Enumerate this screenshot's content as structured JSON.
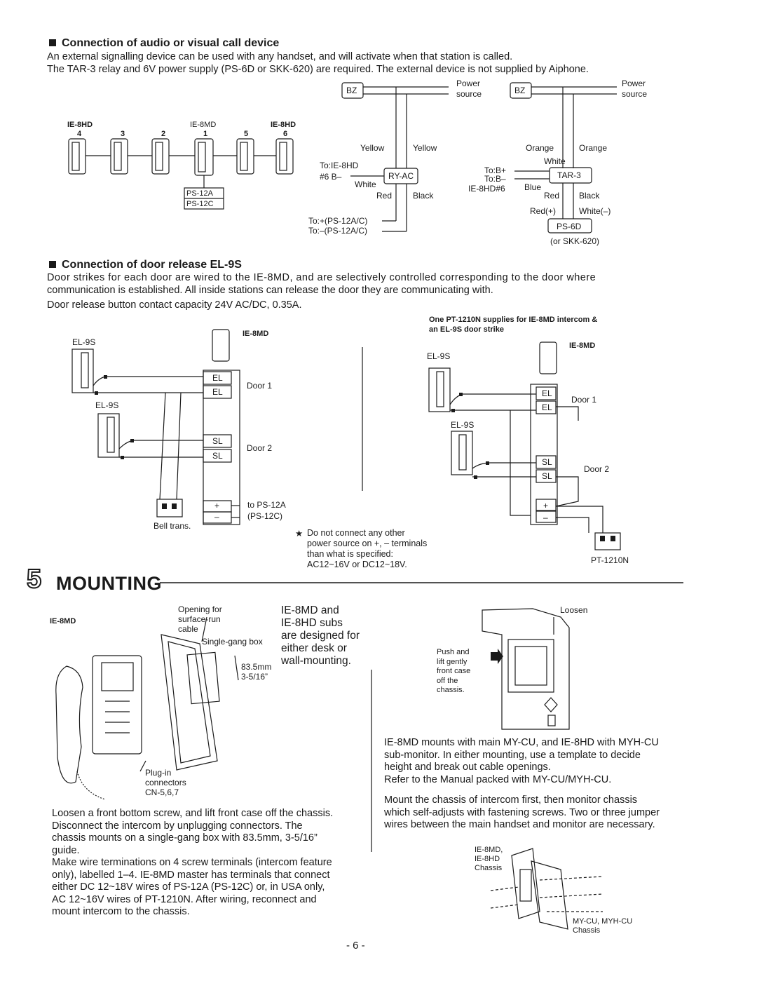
{
  "audio": {
    "heading": "Connection of audio or visual call device",
    "line1": "An external signalling device can be used with any handset, and will activate when that station is called.",
    "line2": "The TAR-3 relay and 6V power supply (PS-6D or SKK-620) are required. The external device is not supplied by Aiphone.",
    "stations": {
      "ie8hd": "IE-8HD",
      "ie8md": "IE-8MD",
      "ie8hd_b": "IE-8HD",
      "n4": "4",
      "n3": "3",
      "n2": "2",
      "n1": "1",
      "n5": "5",
      "n6": "6",
      "ps12a": "PS-12A",
      "ps12c": "PS-12C"
    },
    "left_wiring": {
      "bz": "BZ",
      "power": "Power",
      "source": "source",
      "yellow_l": "Yellow",
      "yellow_r": "Yellow",
      "to_ie8hd": "To:IE-8HD",
      "b6": "#6 B–",
      "white": "White",
      "ryac": "RY-AC",
      "red": "Red",
      "black": "Black",
      "to_plus": "To:+(PS-12A/C)",
      "to_minus": "To:–(PS-12A/C)"
    },
    "right_wiring": {
      "bz": "BZ",
      "power": "Power",
      "source": "source",
      "orange_l": "Orange",
      "orange_r": "Orange",
      "white": "White",
      "to_bplus": "To:B+",
      "to_bminus": "To:B–",
      "ie8hd6": "IE-8HD#6",
      "tar3": "TAR-3",
      "blue": "Blue",
      "red": "Red",
      "black": "Black",
      "red_plus": "Red(+)",
      "white_minus": "White(–)",
      "ps6d": "PS-6D",
      "skk": "(or SKK-620)"
    }
  },
  "door": {
    "heading": "Connection of door release EL-9S",
    "line1": "Door strikes for each door are wired to the IE-8MD, and are selectively controlled corresponding to the door where",
    "line2": "communication is established. All inside stations can release the door they are communicating with.",
    "line3": "Door release button contact capacity 24V AC/DC, 0.35A.",
    "left": {
      "ie8md": "IE-8MD",
      "el9s_a": "EL-9S",
      "el9s_b": "EL-9S",
      "el": "EL",
      "sl": "SL",
      "door1": "Door 1",
      "door2": "Door 2",
      "plus": "+",
      "minus": "–",
      "to_ps12a": "to PS-12A",
      "ps12c": "(PS-12C)",
      "bell": "Bell trans."
    },
    "note": {
      "star": "★",
      "l1": "Do not connect any other",
      "l2": "power source on +, – terminals",
      "l3": "than what is specified:",
      "l4": "AC12~16V or DC12~18V."
    },
    "right": {
      "caption1": "One PT-1210N supplies for IE-8MD intercom &",
      "caption2": "an EL-9S door strike",
      "ie8md": "IE-8MD",
      "el9s_a": "EL-9S",
      "el9s_b": "EL-9S",
      "el": "EL",
      "sl": "SL",
      "door1": "Door 1",
      "door2": "Door 2",
      "plus": "+",
      "minus": "–",
      "pt": "PT-1210N"
    }
  },
  "mounting": {
    "number": "5",
    "title": "MOUNTING",
    "fig1": {
      "ie8md": "IE-8MD",
      "opening1": "Opening for",
      "opening2": "surface-run",
      "opening3": "cable",
      "box": "Single-gang box",
      "mm": "83.5mm",
      "inch": "3-5/16”",
      "plug1": "Plug-in",
      "plug2": "connectors",
      "plug3": "CN-5,6,7"
    },
    "intro": [
      "IE-8MD and",
      "IE-8HD subs",
      "are designed for",
      "either desk or",
      "wall-mounting."
    ],
    "fig2": {
      "loosen": "Loosen",
      "push": [
        "Push and",
        "lift gently",
        "front case",
        "off the",
        "chassis."
      ]
    },
    "left_text": [
      "Loosen a front bottom screw, and lift front case off the chassis.",
      "Disconnect the intercom by unplugging connectors. The",
      "chassis mounts on a single-gang box with 83.5mm, 3-5/16”",
      "guide.",
      "Make wire terminations on 4 screw terminals (intercom feature",
      "only), labelled 1–4. IE-8MD master has terminals that connect",
      "either DC 12~18V wires of PS-12A (PS-12C) or, in USA only,",
      "AC 12~16V wires of PT-1210N. After wiring, reconnect and",
      "mount intercom to the chassis."
    ],
    "right_text1": [
      "IE-8MD mounts with main MY-CU, and IE-8HD with MYH-CU",
      "sub-monitor. In either mounting, use a template to decide",
      "height and break out cable openings.",
      "Refer to the Manual packed with MY-CU/MYH-CU."
    ],
    "right_text2": [
      "Mount the chassis of intercom first, then monitor chassis",
      "which self-adjusts with fastening screws. Two or three jumper",
      "wires between the main handset and monitor are necessary."
    ],
    "fig3": {
      "l1": "IE-8MD,",
      "l2": "IE-8HD",
      "l3": "Chassis",
      "m1": "MY-CU, MYH-CU",
      "m2": "Chassis"
    }
  },
  "page_number": "- 6 -"
}
